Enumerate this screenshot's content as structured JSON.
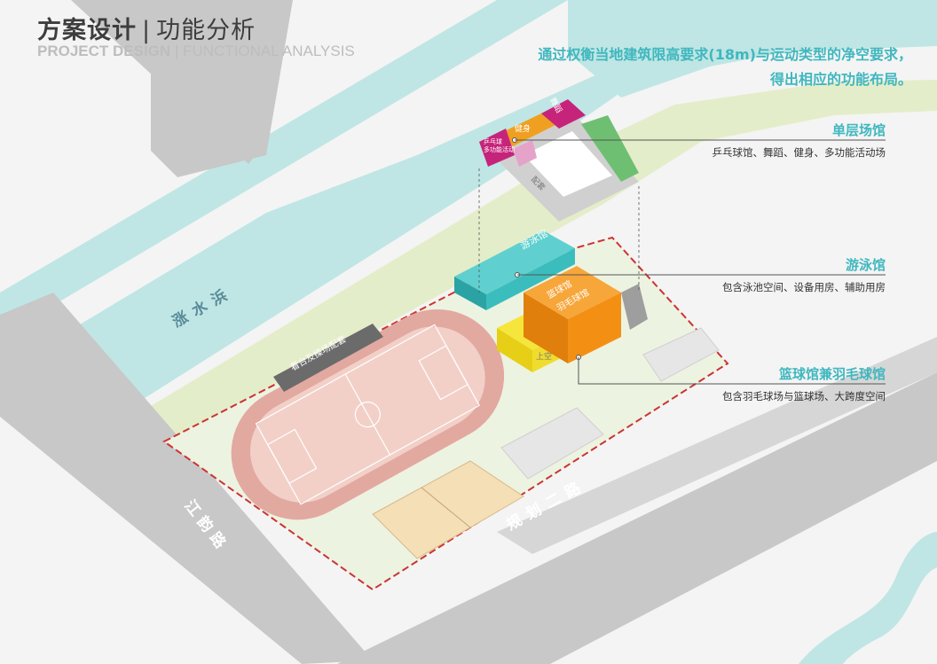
{
  "header": {
    "title_cn": "方案设计",
    "separator": "|",
    "subtitle_cn": "功能分析",
    "title_en": "PROJECT DESIGN",
    "subtitle_en": "FUNCTIONAL ANALYSIS"
  },
  "intro": {
    "line1": "通过权衡当地建筑限高要求(18m)与运动类型的净空要求，",
    "line2": "得出相应的功能布局。"
  },
  "callouts": [
    {
      "title": "单层场馆",
      "desc": "乒乓球馆、舞蹈、健身、多功能活动场"
    },
    {
      "title": "游泳馆",
      "desc": "包含泳池空间、设备用房、辅助用房"
    },
    {
      "title": "篮球馆兼羽毛球馆",
      "desc": "包含羽毛球场与篮球场、大跨度空间"
    }
  ],
  "map_labels": {
    "river": "涨水浜",
    "road_west": "江韵路",
    "road_south": "规划二路",
    "stand": "看台及操场配套",
    "pool": "游泳馆",
    "hall_a": "篮球馆",
    "hall_b": "羽毛球馆",
    "fitness": "健身",
    "dance": "舞蹈",
    "pingpong": "乒乓球",
    "multi": "多功能活动",
    "support": "配套",
    "upper": "上空"
  },
  "colors": {
    "accent": "#3fb7bf",
    "river": "#bfe6e4",
    "road": "#c8c8c8",
    "pool": "#3cbdbd",
    "basketball": "#f39014",
    "yellow": "#f6e53a",
    "magenta": "#c6247b",
    "pink": "#e5a3c9",
    "green": "#6fbf73",
    "track": "#e8b8ae",
    "court": "#f4dfb6",
    "site_boundary": "#cc3333"
  }
}
